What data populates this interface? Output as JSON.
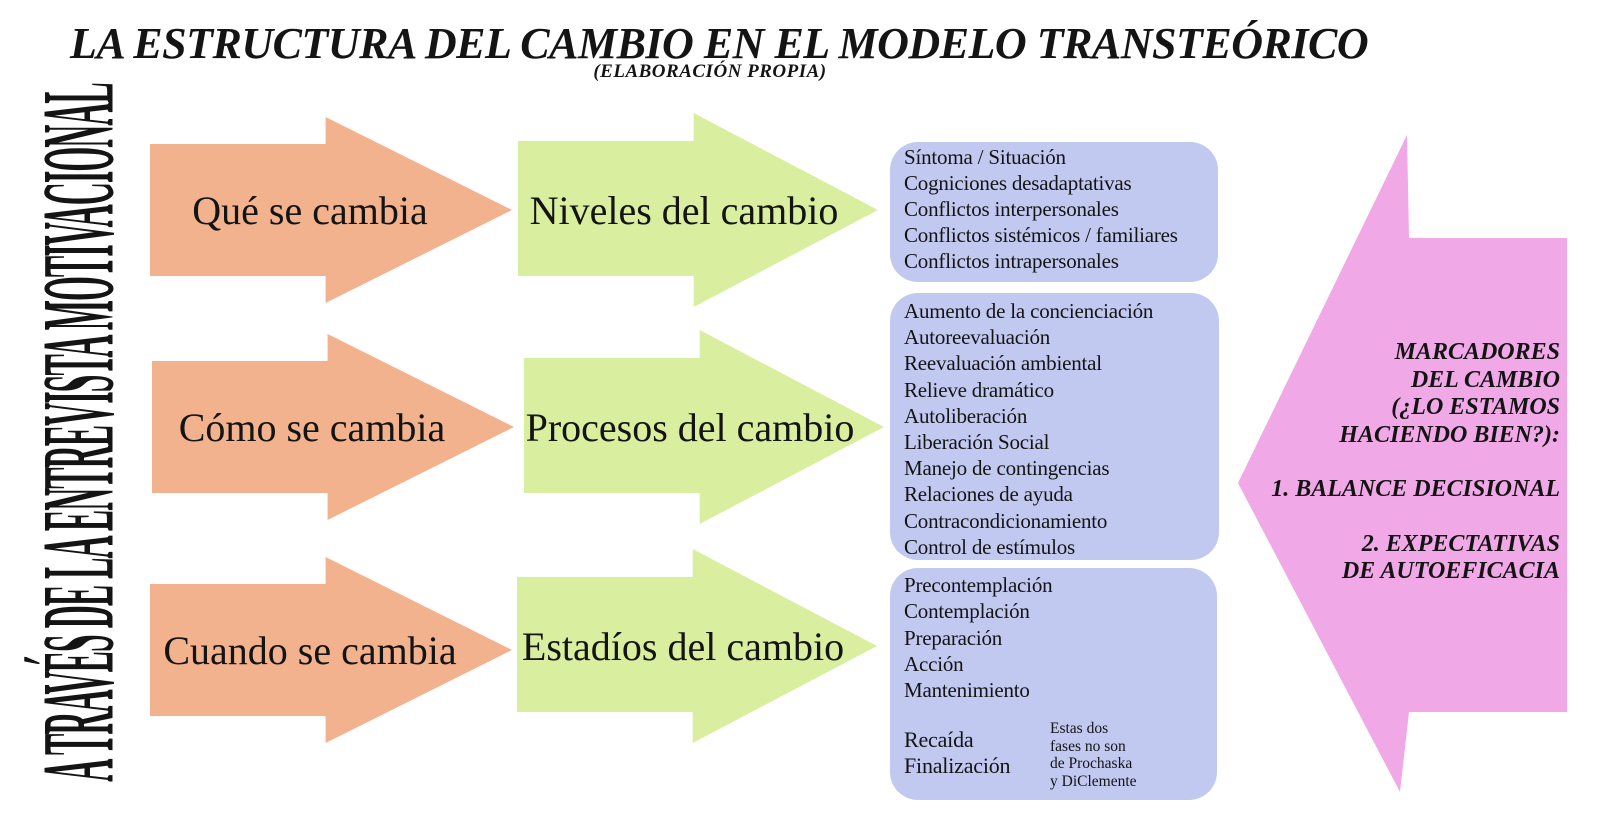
{
  "title": "LA ESTRUCTURA DEL CAMBIO EN EL MODELO TRANSTEÓRICO",
  "subtitle": "(ELABORACIÓN PROPIA)",
  "left_axis": "A TRAVÉS DE LA ENTREVISTA MOTIVACIONAL",
  "colors": {
    "question_arrow": "#F2B28E",
    "dimension_arrow": "#D9EE9F",
    "list_box": "#C1C9F1",
    "markers_arrow": "#F0A9E6",
    "text": "#141414"
  },
  "rows": [
    {
      "question": "Qué se cambia",
      "dimension": "Niveles del cambio",
      "items": [
        "Síntoma / Situación",
        "Cogniciones desadaptativas",
        "Conflictos interpersonales",
        "Conflictos sistémicos / familiares",
        "Conflictos intrapersonales"
      ]
    },
    {
      "question": "Cómo se cambia",
      "dimension": "Procesos del cambio",
      "items": [
        "Aumento de la concienciación",
        "Autoreevaluación",
        "Reevaluación ambiental",
        "Relieve dramático",
        "Autoliberación",
        "Liberación Social",
        "Manejo de contingencias",
        "Relaciones de ayuda",
        "Contracondicionamiento",
        "Control de estímulos"
      ]
    },
    {
      "question": "Cuando se cambia",
      "dimension": "Estadíos del cambio",
      "items": [
        "Precontemplación",
        "Contemplación",
        "Preparación",
        "Acción",
        "Mantenimiento"
      ],
      "extra_items": [
        "Recaída",
        "Finalización"
      ],
      "note_lines": [
        "Estas dos",
        "fases no son",
        "de Prochaska",
        "y DiClemente"
      ]
    }
  ],
  "markers": {
    "heading_lines": [
      "MARCADORES",
      "DEL CAMBIO",
      "(¿LO ESTAMOS",
      "HACIENDO BIEN?):"
    ],
    "point1": "1. BALANCE DECISIONAL",
    "point2_lines": [
      "2. EXPECTATIVAS",
      "DE AUTOEFICACIA"
    ]
  }
}
